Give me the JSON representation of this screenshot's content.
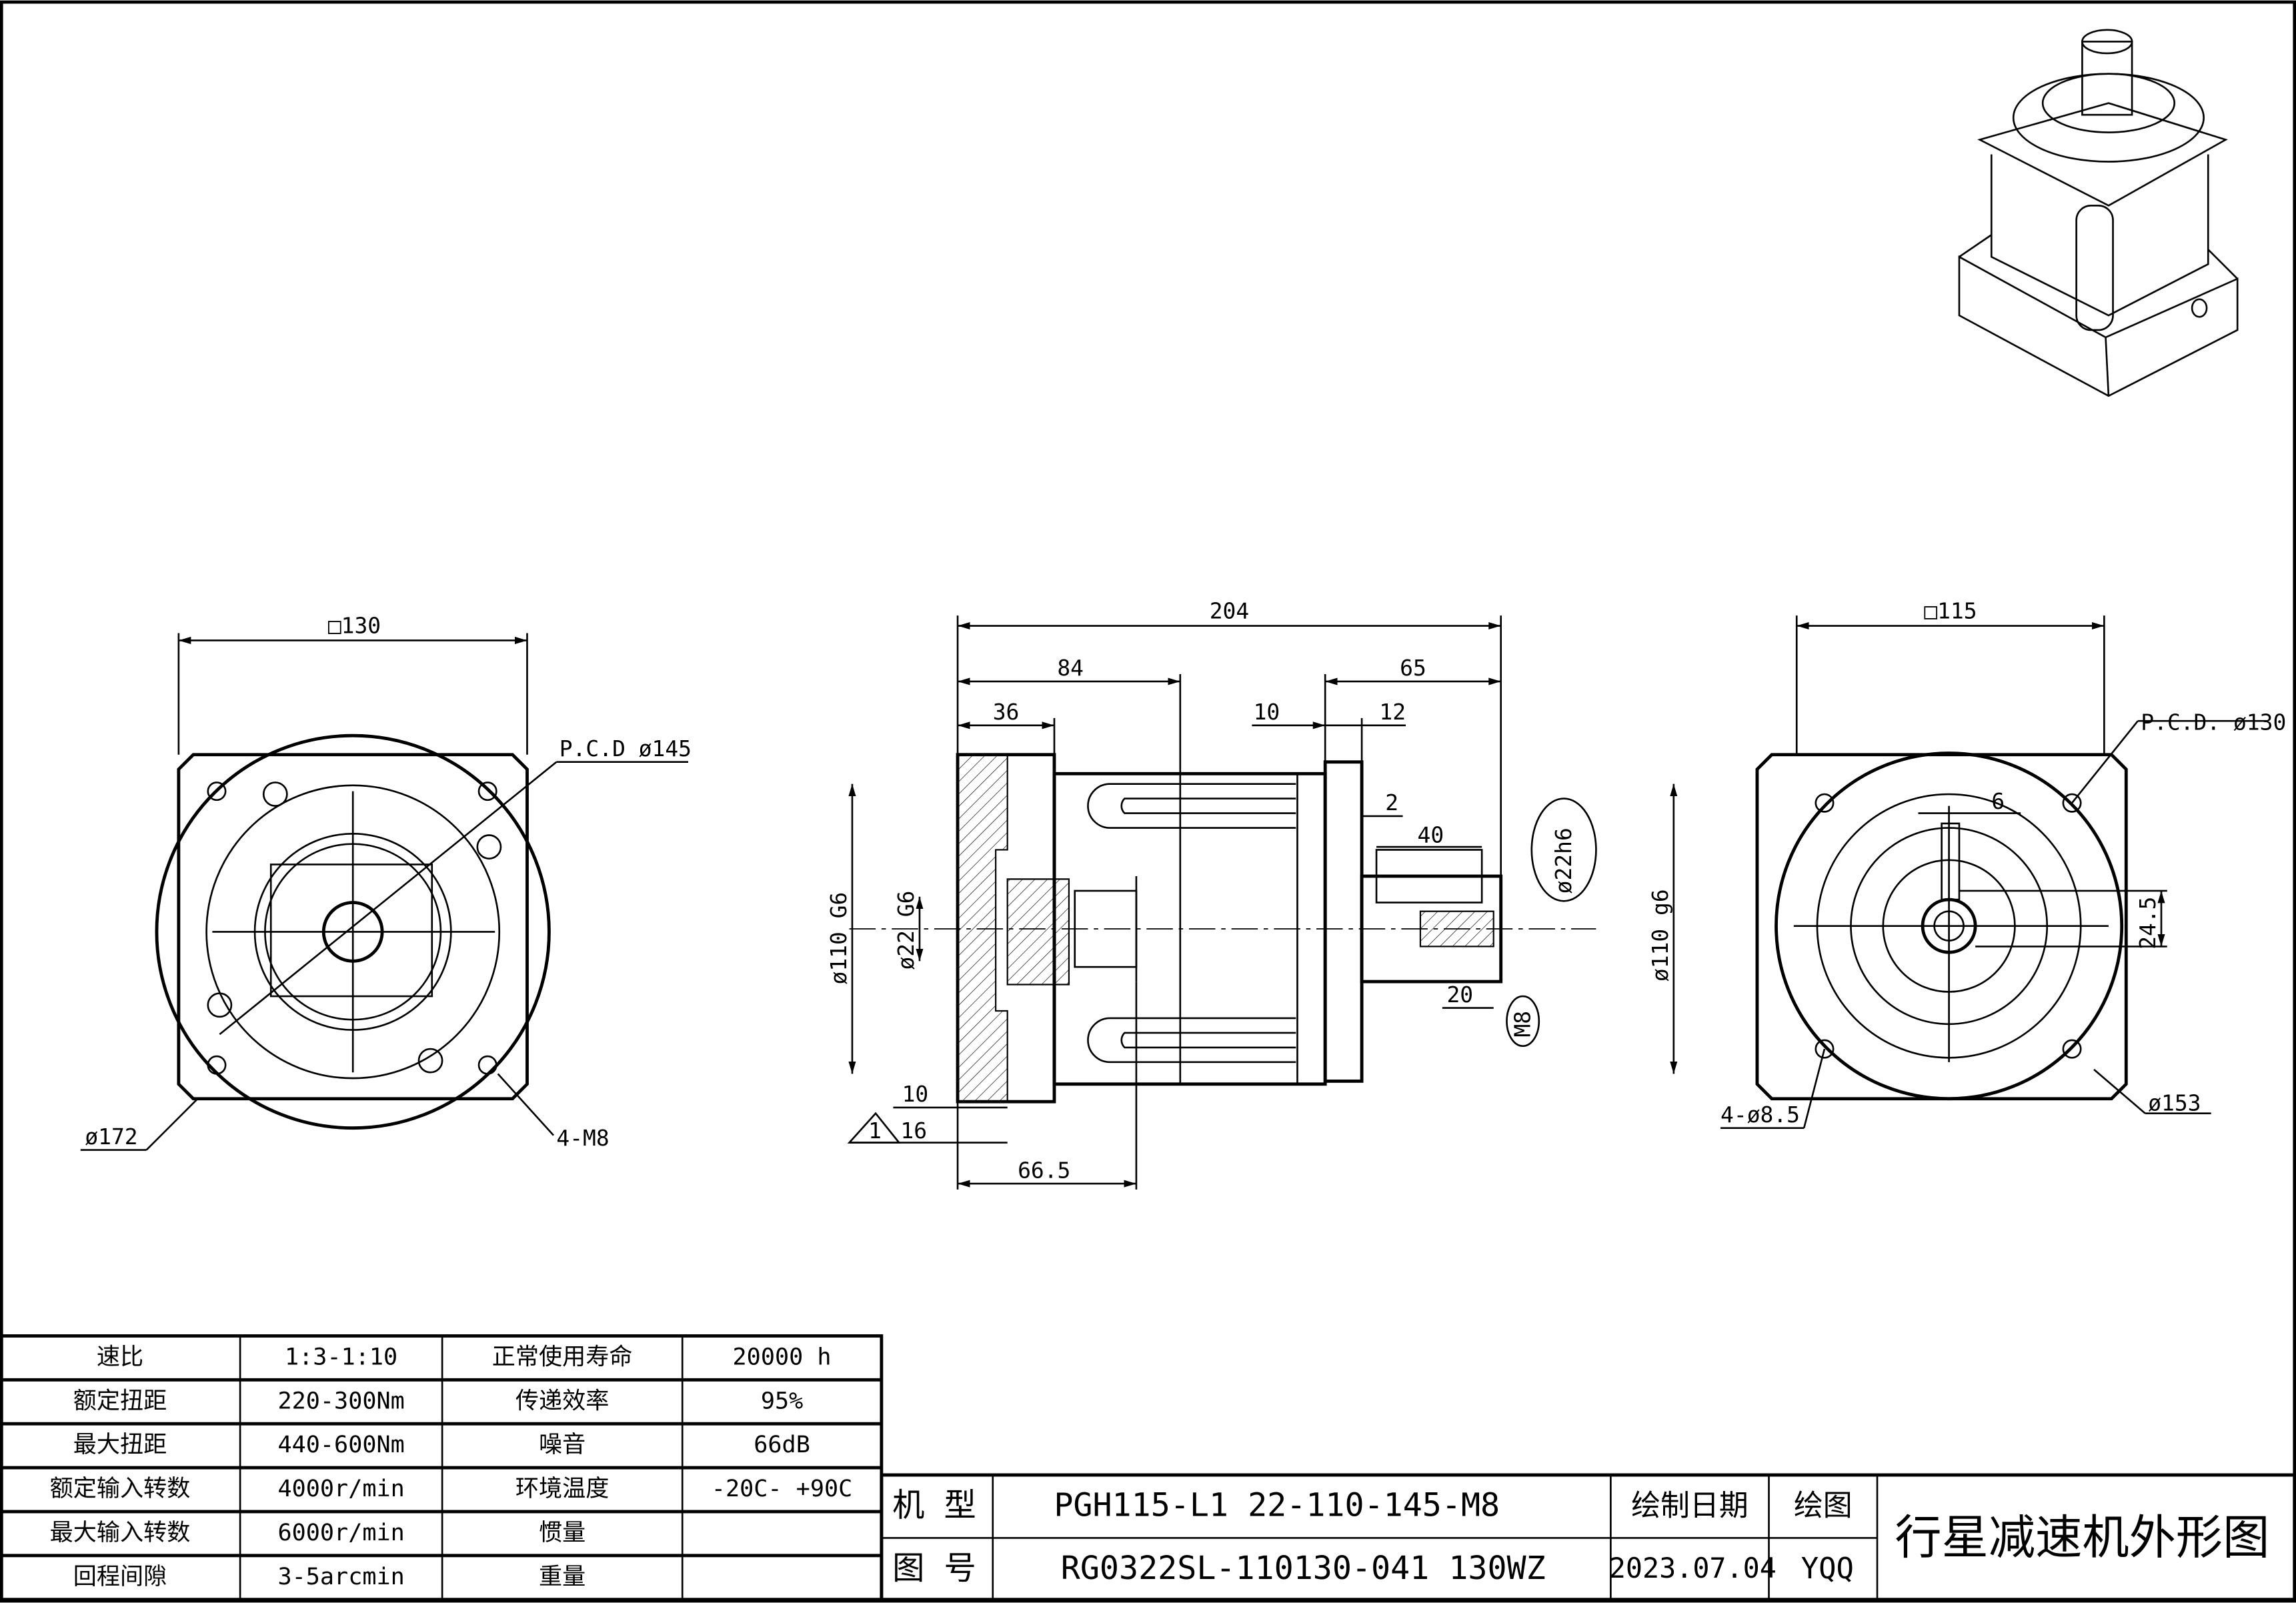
{
  "front_view": {
    "square": "□130",
    "pcd": "P.C.D ø145",
    "outer_dia": "ø172",
    "holes": "4-M8"
  },
  "side_view": {
    "total_length": "204",
    "dim_84": "84",
    "dim_65": "65",
    "dim_36": "36",
    "dim_10_top": "10",
    "dim_12": "12",
    "dim_2": "2",
    "dim_40": "40",
    "shaft_dia": "ø22h6",
    "pilot_left": "ø110 G6",
    "bore": "ø22 G6",
    "pilot_right": "ø110 g6",
    "dim_20": "20",
    "thread": "M8",
    "dim_10_bottom": "10",
    "dim_16": "16",
    "datum": "1",
    "dim_66_5": "66.5"
  },
  "rear_view": {
    "square": "□115",
    "pcd": "P.C.D. ø130",
    "key": "6",
    "key_height": "24.5",
    "holes": "4-ø8.5",
    "outer_dia": "ø153"
  },
  "spec_table": {
    "rows": [
      [
        "速比",
        "1:3-1:10",
        "正常使用寿命",
        "20000  h"
      ],
      [
        "额定扭距",
        "220-300Nm",
        "传递效率",
        "95%"
      ],
      [
        "最大扭距",
        "440-600Nm",
        "噪音",
        "66dB"
      ],
      [
        "额定输入转数",
        "4000r/min",
        "环境温度",
        "-20C- +90C"
      ],
      [
        "最大输入转数",
        "6000r/min",
        "惯量",
        ""
      ],
      [
        "回程间隙",
        "3-5arcmin",
        "重量",
        ""
      ]
    ]
  },
  "title_block": {
    "model_label": "机 型",
    "model_value": "PGH115-L1 22-110-145-M8",
    "drawing_no_label": "图 号",
    "drawing_no_value": "RG0322SL-110130-041 130WZ",
    "date_label": "绘制日期",
    "date_value": "2023.07.04",
    "drawer_label": "绘图",
    "drawer_value": "YQQ",
    "title": "行星减速机外形图"
  }
}
